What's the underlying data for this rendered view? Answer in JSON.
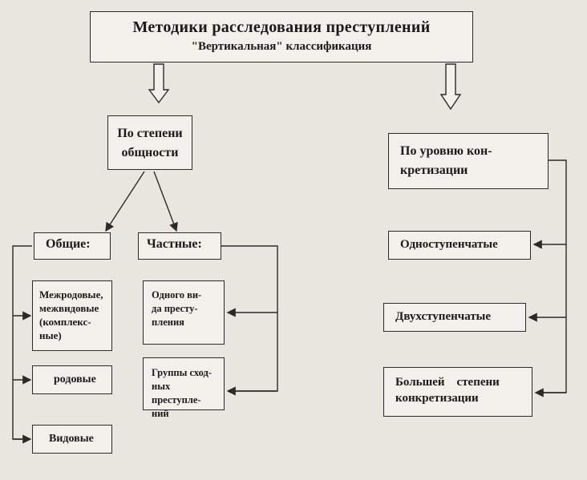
{
  "title": "Методики расследования преступлений",
  "subtitle": "\"Вертикальная\" классификация",
  "branches": {
    "by_generality": {
      "line1": "По степени",
      "line2": "общности"
    },
    "by_concretization": {
      "line1": "По уровню кон-",
      "line2": "кретизации"
    }
  },
  "generality_groups": {
    "common": "Общие:",
    "partial": "Частные:"
  },
  "common_items": {
    "intergeneric": [
      "Межродовые,",
      "межвидовые",
      "(комплекс-",
      "ные)"
    ],
    "generic": "родовые",
    "species": "Видовые"
  },
  "partial_items": {
    "one_type": [
      "Одного ви-",
      "да престу-",
      "пления"
    ],
    "groups": [
      "Группы сход-",
      "ных преступле-",
      "ний"
    ]
  },
  "concretization_items": {
    "one_step": "Одноступенчатые",
    "two_step": "Двухступенчатые",
    "more": [
      "Большей    степени",
      "конкретизации"
    ]
  },
  "colors": {
    "background": "#e9e6df",
    "box_fill": "#f2f0ea",
    "ink": "#1c1c1c"
  }
}
